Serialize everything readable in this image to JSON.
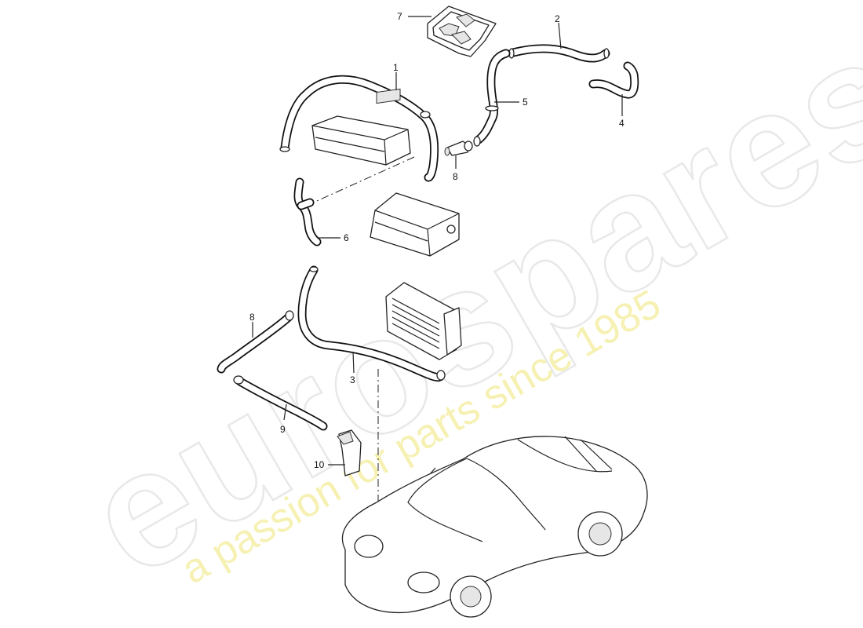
{
  "watermark": {
    "brand": "eurospares",
    "tagline": "a passion for parts since 1985"
  },
  "callouts": [
    {
      "id": "1",
      "label": "1"
    },
    {
      "id": "2",
      "label": "2"
    },
    {
      "id": "3",
      "label": "3"
    },
    {
      "id": "4",
      "label": "4"
    },
    {
      "id": "5",
      "label": "5"
    },
    {
      "id": "6",
      "label": "6"
    },
    {
      "id": "7",
      "label": "7"
    },
    {
      "id": "8a",
      "label": "8"
    },
    {
      "id": "8b",
      "label": "8"
    },
    {
      "id": "9",
      "label": "9"
    },
    {
      "id": "10",
      "label": "10"
    }
  ]
}
